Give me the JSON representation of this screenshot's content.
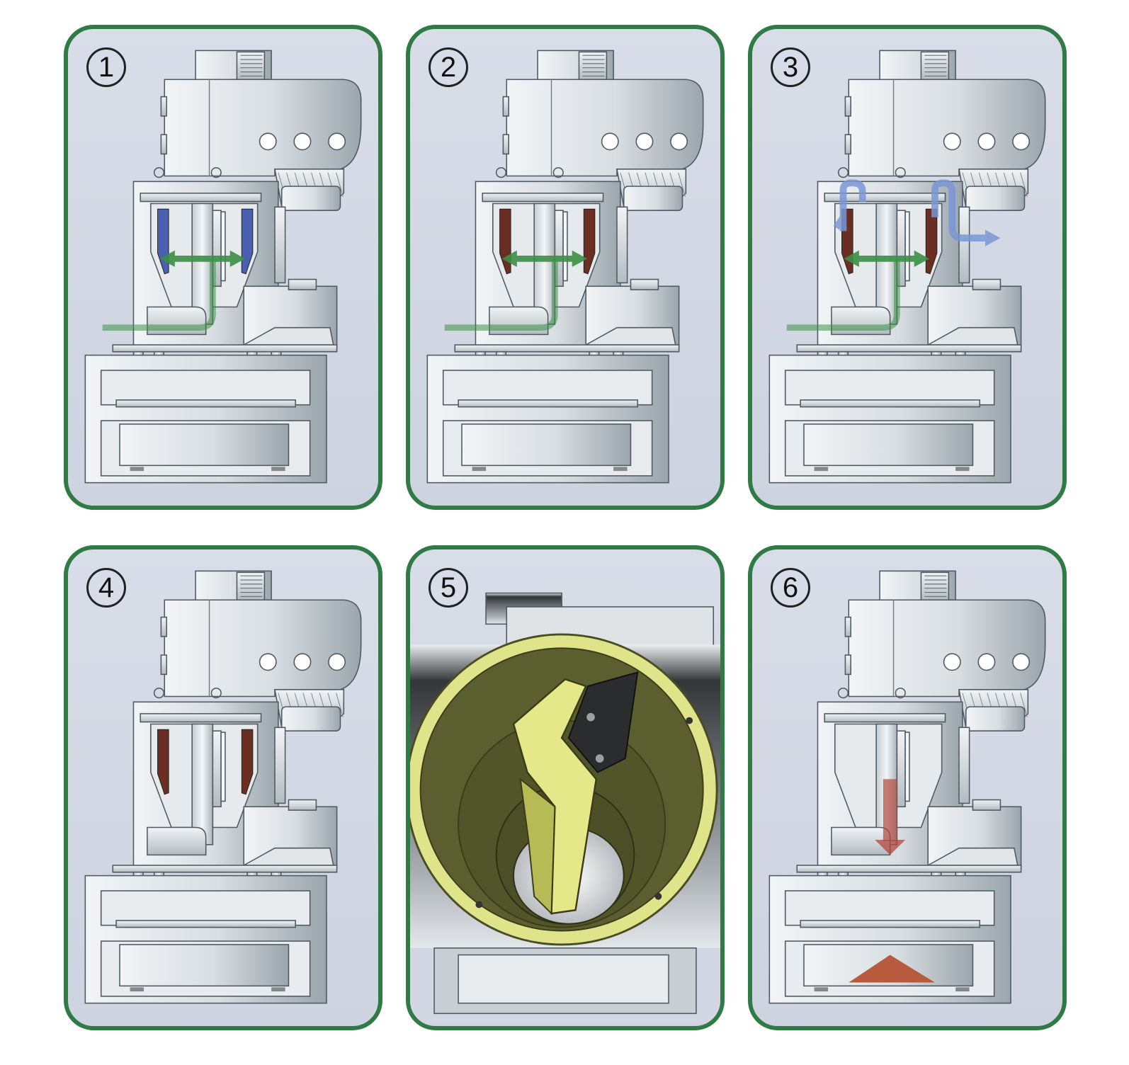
{
  "steps": [
    {
      "label": "1",
      "state": "empty",
      "flow": "green-in"
    },
    {
      "label": "2",
      "state": "filled",
      "flow": "green-in"
    },
    {
      "label": "3",
      "state": "filled",
      "flow": "green-and-blue-out"
    },
    {
      "label": "4",
      "state": "filled",
      "flow": "none"
    },
    {
      "label": "5",
      "state": "scraper-detail",
      "flow": "none"
    },
    {
      "label": "6",
      "state": "discharge",
      "flow": "red-down"
    }
  ],
  "colors": {
    "frame": "#2f7a45",
    "panel_bg": "#d2d7e3",
    "metal_light": "#f2f4f6",
    "metal_dark": "#9aa6ad",
    "liner_empty": "#4a5fb0",
    "liner_filled": "#6a2e22",
    "green_flow": "#3c8f45",
    "blue_flow": "#7a97d6",
    "red_flow": "#b2473d",
    "scraper": "#dfe38a",
    "drum": "#5b5e2e"
  }
}
